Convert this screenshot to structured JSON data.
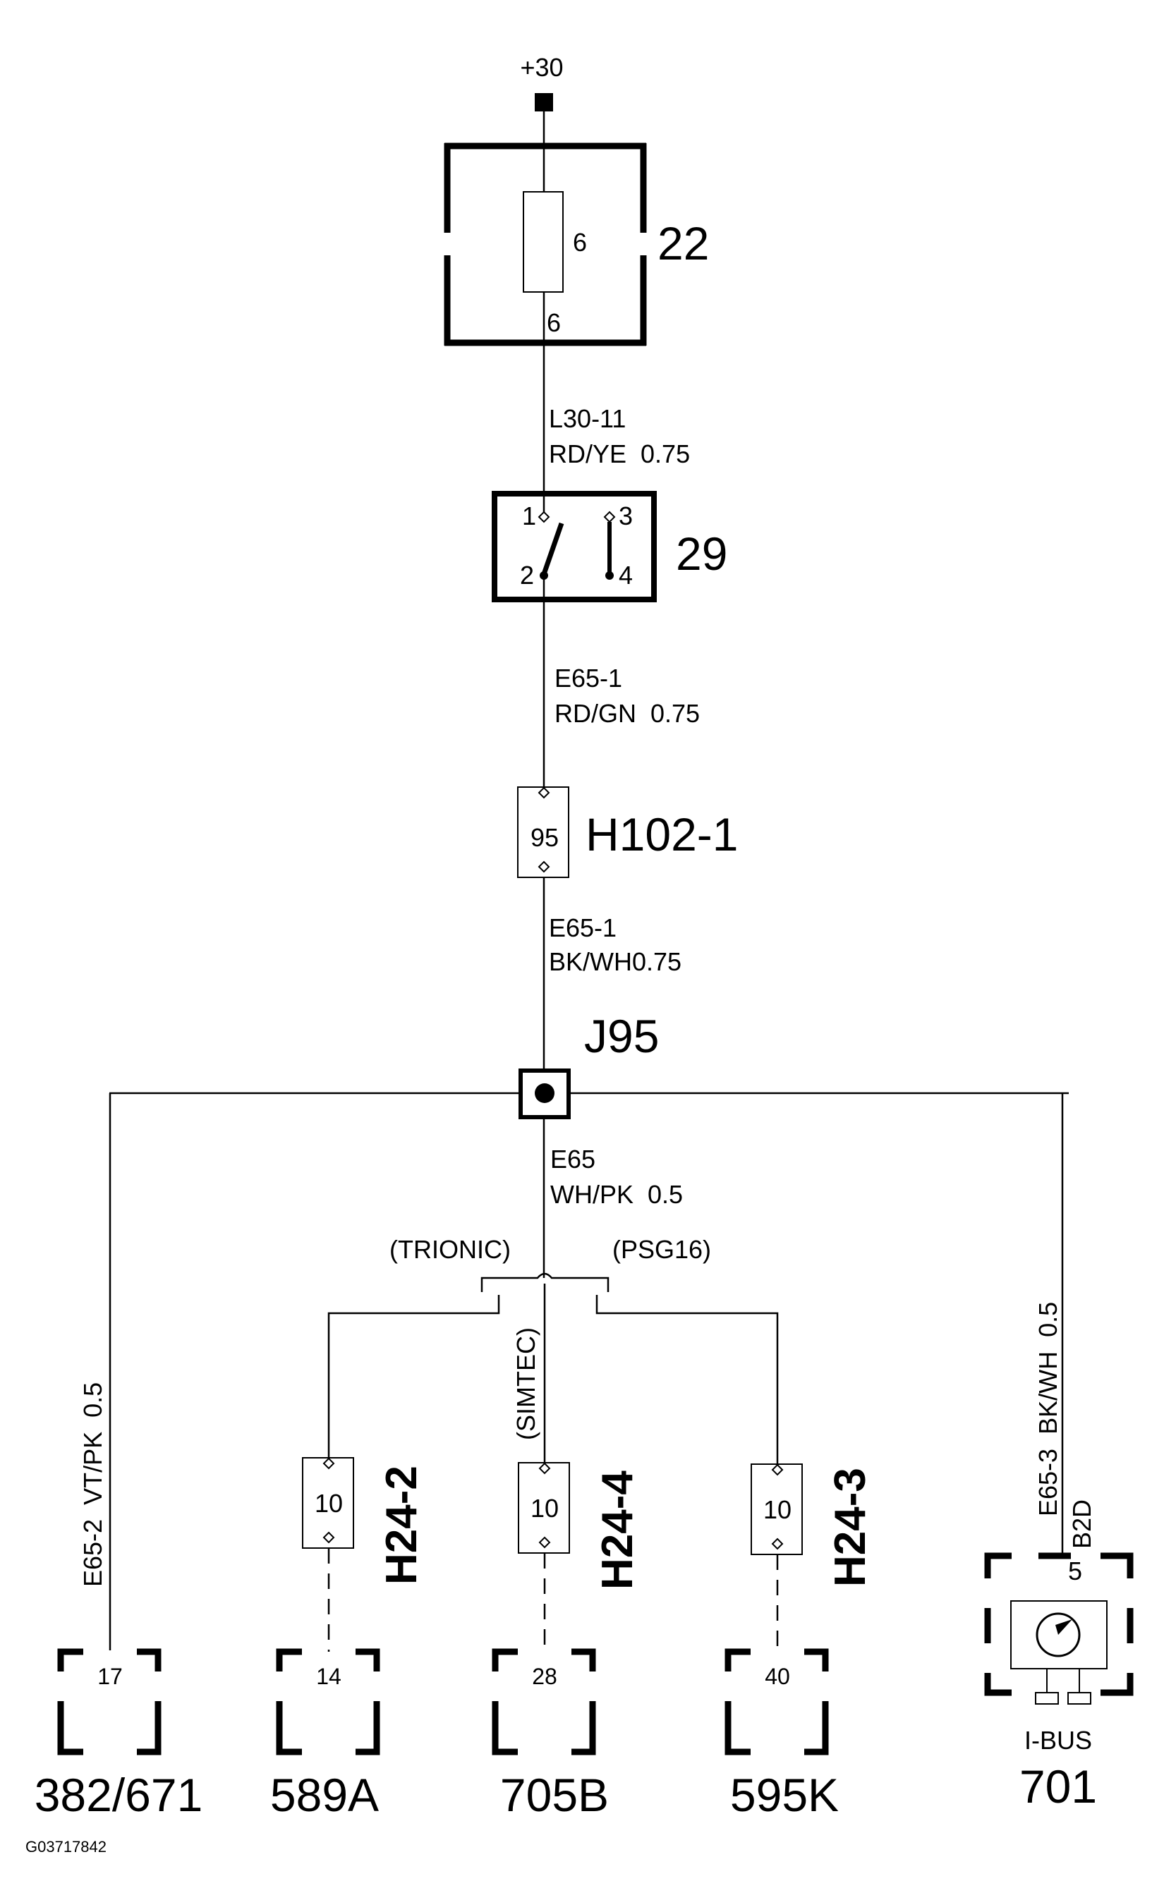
{
  "diagram": {
    "supply": {
      "label": "+30"
    },
    "fusebox": {
      "id": "22",
      "fuse_number": "6",
      "pin": "6"
    },
    "wire_l30": {
      "code": "L30-11",
      "spec": "RD/YE  0.75"
    },
    "switch": {
      "id": "29",
      "pins": [
        "1",
        "2",
        "3",
        "4"
      ]
    },
    "wire_e65_1a": {
      "code": "E65-1",
      "spec": "RD/GN  0.75"
    },
    "connector_h102": {
      "id": "H102-1",
      "pin": "95"
    },
    "wire_e65_1b": {
      "code": "E65-1",
      "spec": "BK/WH0.75"
    },
    "junction": {
      "id": "J95"
    },
    "wire_e65": {
      "code": "E65",
      "spec": "WH/PK  0.5"
    },
    "variants": {
      "trionic": "(TRIONIC)",
      "psg16": "(PSG16)",
      "simtec": "(SIMTEC)"
    },
    "wire_e65_2": {
      "label": "E65-2  VT/PK  0.5"
    },
    "wire_e65_3": {
      "label": "E65-3  BK/WH  0.5"
    },
    "connectors": [
      {
        "id": "H24-2",
        "pin": "10"
      },
      {
        "id": "H24-4",
        "pin": "10"
      },
      {
        "id": "H24-3",
        "pin": "10"
      }
    ],
    "components": [
      {
        "id": "382/671",
        "pin": "17"
      },
      {
        "id": "589A",
        "pin": "14"
      },
      {
        "id": "705B",
        "pin": "28"
      },
      {
        "id": "595K",
        "pin": "40"
      },
      {
        "id": "701",
        "pin": "5",
        "connector": "B2D",
        "bus": "I-BUS"
      }
    ],
    "figure_code": "G03717842"
  }
}
